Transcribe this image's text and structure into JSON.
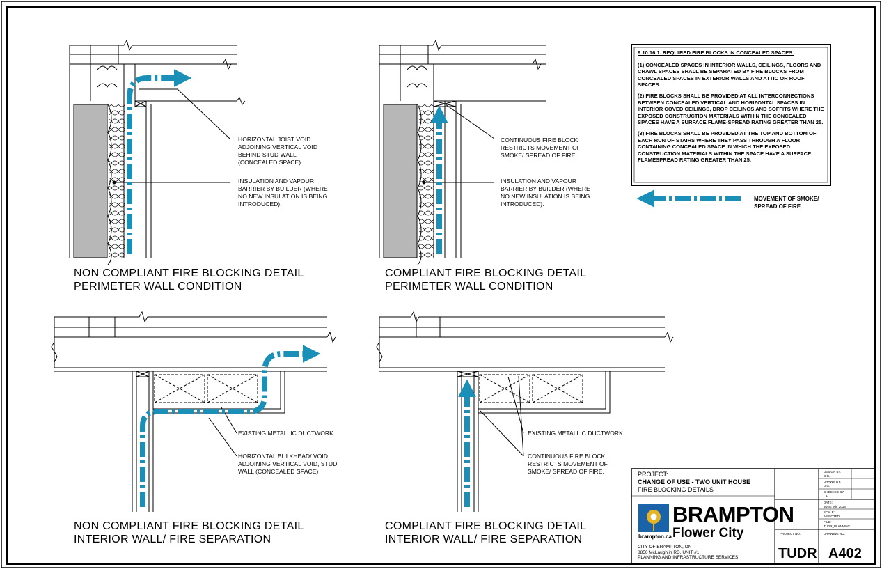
{
  "details": [
    {
      "title_line1": "NON COMPLIANT FIRE BLOCKING DETAIL",
      "title_line2": "PERIMETER WALL CONDITION",
      "callout1": "HORIZONTAL JOIST VOID\nADJOINING VERTICAL VOID\nBEHIND STUD WALL\n(CONCEALED SPACE)",
      "callout2": "INSULATION AND VAPOUR\nBARRIER BY BUILDER (WHERE\nNO NEW INSULATION IS BEING\nINTRODUCED)."
    },
    {
      "title_line1": "COMPLIANT FIRE BLOCKING DETAIL",
      "title_line2": "PERIMETER WALL CONDITION",
      "callout1": "CONTINUOUS FIRE BLOCK\nRESTRICTS MOVEMENT OF\nSMOKE/ SPREAD OF FIRE.",
      "callout2": "INSULATION AND VAPOUR\nBARRIER BY BUILDER (WHERE\nNO NEW INSULATION IS BEING\nINTRODUCED)."
    },
    {
      "title_line1": "NON COMPLIANT FIRE BLOCKING DETAIL",
      "title_line2": "INTERIOR WALL/ FIRE SEPARATION",
      "callout1": "EXISTING METALLIC DUCTWORK.",
      "callout2": "HORIZONTAL BULKHEAD/ VOID\nADJOINING VERTICAL VOID, STUD\nWALL (CONCEALED SPACE)"
    },
    {
      "title_line1": "COMPLIANT FIRE BLOCKING DETAIL",
      "title_line2": "INTERIOR WALL/ FIRE SEPARATION",
      "callout1": "EXISTING METALLIC DUCTWORK.",
      "callout2": "CONTINUOUS FIRE BLOCK\nRESTRICTS MOVEMENT OF\nSMOKE/ SPREAD OF FIRE."
    }
  ],
  "code_box": {
    "heading": "9.10.16.1.  REQUIRED FIRE BLOCKS IN CONCEALED SPACES:",
    "paragraphs": [
      "(1)   CONCEALED SPACES IN INTERIOR WALLS, CEILINGS, FLOORS AND CRAWL SPACES SHALL BE SEPARATED BY FIRE BLOCKS FROM CONCEALED SPACES IN EXTERIOR WALLS AND ATTIC OR ROOF SPACES.",
      "(2)   FIRE BLOCKS SHALL BE PROVIDED AT ALL INTERCONNECTIONS BETWEEN CONCEALED VERTICAL AND HORIZONTAL SPACES IN INTERIOR COVED CEILINGS, DROP CEILINGS AND SOFFITS WHERE THE EXPOSED CONSTRUCTION MATERIALS WITHIN THE CONCEALED SPACES HAVE A SURFACE FLAME-SPREAD RATING GREATER THAN 25.",
      "(3)   FIRE BLOCKS SHALL BE PROVIDED AT THE TOP AND BOTTOM OF EACH RUN OF STAIRS WHERE THEY PASS THROUGH A FLOOR CONTAINING CONCEALED SPACE IN WHICH THE EXPOSED CONSTRUCTION MATERIALS WITHIN THE SPACE HAVE A SURFACE FLAMESPREAD RATING GREATER THAN 25."
    ]
  },
  "legend": {
    "label": "MOVEMENT OF SMOKE/\nSPREAD OF FIRE"
  },
  "colors": {
    "arrow": "#1a8fb8",
    "wall_fill": "#b7b7b7",
    "logo_blue": "#1b63a8",
    "logo_gold": "#e6b325"
  },
  "title_block": {
    "project_label": "PROJECT:",
    "project_name": "CHANGE OF USE - TWO UNIT HOUSE",
    "sheet_title": "FIRE BLOCKING DETAILS",
    "brand_name": "BRAMPTON",
    "brand_tagline": "Flower City",
    "brand_url": "brampton.ca",
    "address": "CITY OF BRAMPTON, ON\n8850 McLaughlin RD. UNIT #1\nPLANNING AND INFRASTRUCTURE SERVICES",
    "fields": [
      {
        "label": "DESIGN BY:",
        "value": "D.G."
      },
      {
        "label": "DRAWN BY:",
        "value": "D.G."
      },
      {
        "label": "CHECKED BY:",
        "value": "L.H."
      },
      {
        "label": "DATE:",
        "value": "JUNE 9th, 2015"
      },
      {
        "label": "SCALE:",
        "value": "AS NOTED"
      },
      {
        "label": "FILE:",
        "value": "TUDR_PLANNING"
      }
    ],
    "project_no_label": "PROJECT NO:",
    "project_no": "TUDR",
    "drawing_no_label": "DRAWING NO:",
    "drawing_no": "A402"
  }
}
